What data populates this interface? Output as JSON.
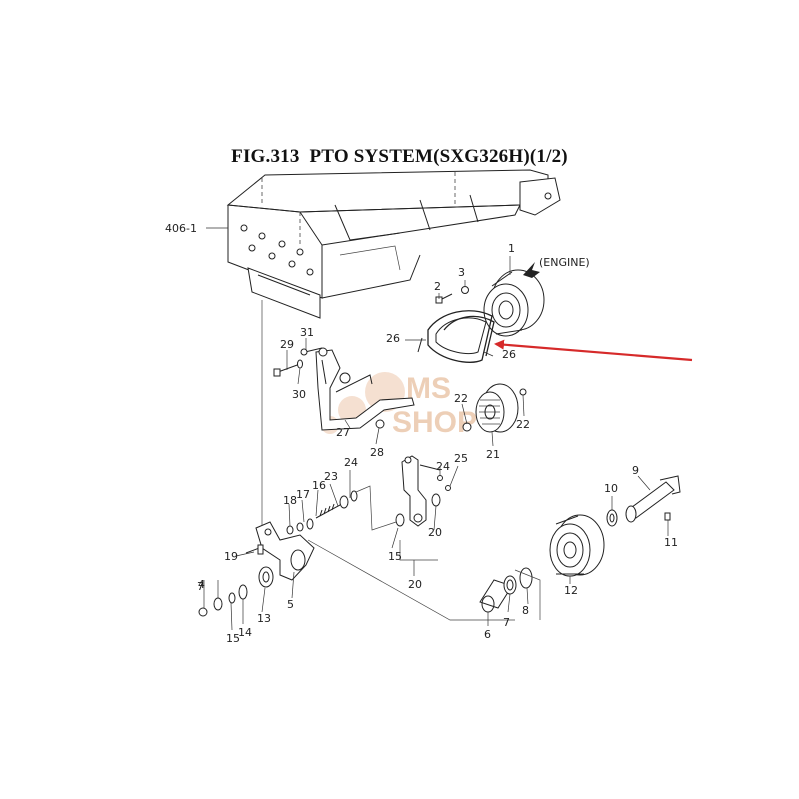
{
  "title": "FIG.313  PTO SYSTEM(SXG326H)(1/2)",
  "engine_label": "(ENGINE)",
  "watermark": {
    "line1": "MS",
    "line2": "SHOP"
  },
  "arrow_color": "#d62a2a",
  "watermark_color": "#e8bfa0",
  "callouts": [
    "406-1",
    "1",
    "2",
    "3",
    "26",
    "26",
    "29",
    "31",
    "30",
    "27",
    "28",
    "22",
    "22",
    "21",
    "9",
    "10",
    "11",
    "12",
    "24",
    "25",
    "24",
    "23",
    "16",
    "17",
    "18",
    "15",
    "20",
    "20",
    "19",
    "5",
    "4",
    "15",
    "14",
    "13",
    "7",
    "6",
    "7",
    "8"
  ]
}
